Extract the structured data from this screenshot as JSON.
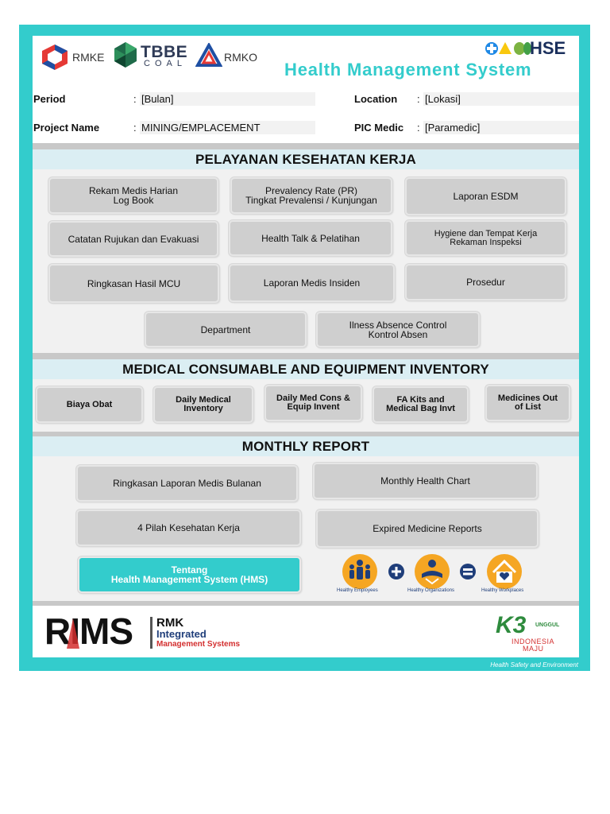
{
  "header": {
    "logos": [
      "RMKE",
      "TBBE",
      "COAL",
      "RMKO"
    ],
    "hse_logo": "HSE",
    "title": "Health Management System"
  },
  "info": {
    "period_label": "Period",
    "period_value": "[Bulan]",
    "project_label": "Project Name",
    "project_value": "MINING/EMPLACEMENT",
    "location_label": "Location",
    "location_value": "[Lokasi]",
    "pic_label": "PIC Medic",
    "pic_value": "[Paramedic]",
    "colon": ":"
  },
  "section1": {
    "title": "PELAYANAN KESEHATAN KERJA",
    "buttons": [
      "Rekam Medis Harian\nLog Book",
      "Prevalency Rate (PR)\nTingkat Prevalensi / Kunjungan",
      "Laporan ESDM",
      "Catatan Rujukan dan Evakuasi",
      "Health  Talk & Pelatihan",
      "Hygiene dan Tempat Kerja\nRekaman Inspeksi",
      "Ringkasan Hasil MCU",
      "Laporan Medis Insiden",
      "Prosedur",
      "Department",
      "Ilness Absence Control\nKontrol Absen"
    ]
  },
  "section2": {
    "title": "MEDICAL CONSUMABLE AND EQUIPMENT INVENTORY",
    "buttons": [
      "Biaya Obat",
      "Daily Medical\nInventory",
      "Daily Med Cons &\nEquip Invent",
      "FA Kits  and\nMedical Bag Invt",
      "Medicines Out\nof List"
    ]
  },
  "section3": {
    "title": "MONTHLY REPORT",
    "buttons": [
      "Ringkasan Laporan Medis Bulanan",
      "Monthly Health Chart",
      "4 Pilah Kesehatan Kerja",
      "Expired Medicine Reports",
      "Tentang\nHealth Management System  (HMS)"
    ],
    "equation": {
      "item1": "Healthy Employees",
      "item2": "Healthy Organizations",
      "item3": "Healthy Workplaces"
    }
  },
  "footer": {
    "rims_logo": "RIMS",
    "rmk_line1": "RMK",
    "rmk_line2": "Integrated",
    "rmk_line3": "Management Systems",
    "k3_logo": "K3",
    "k3_unggul": "UNGGUL",
    "k3_line1": "INDONESIA",
    "k3_line2": "MAJU",
    "caption": "Health Safety and Environment"
  },
  "colors": {
    "frame": "#33cccc",
    "section_bg": "#dbeef3",
    "button": "#cfcfcf",
    "title_teal": "#33cccc",
    "orange": "#f5a623",
    "navy": "#1f3e7a"
  }
}
